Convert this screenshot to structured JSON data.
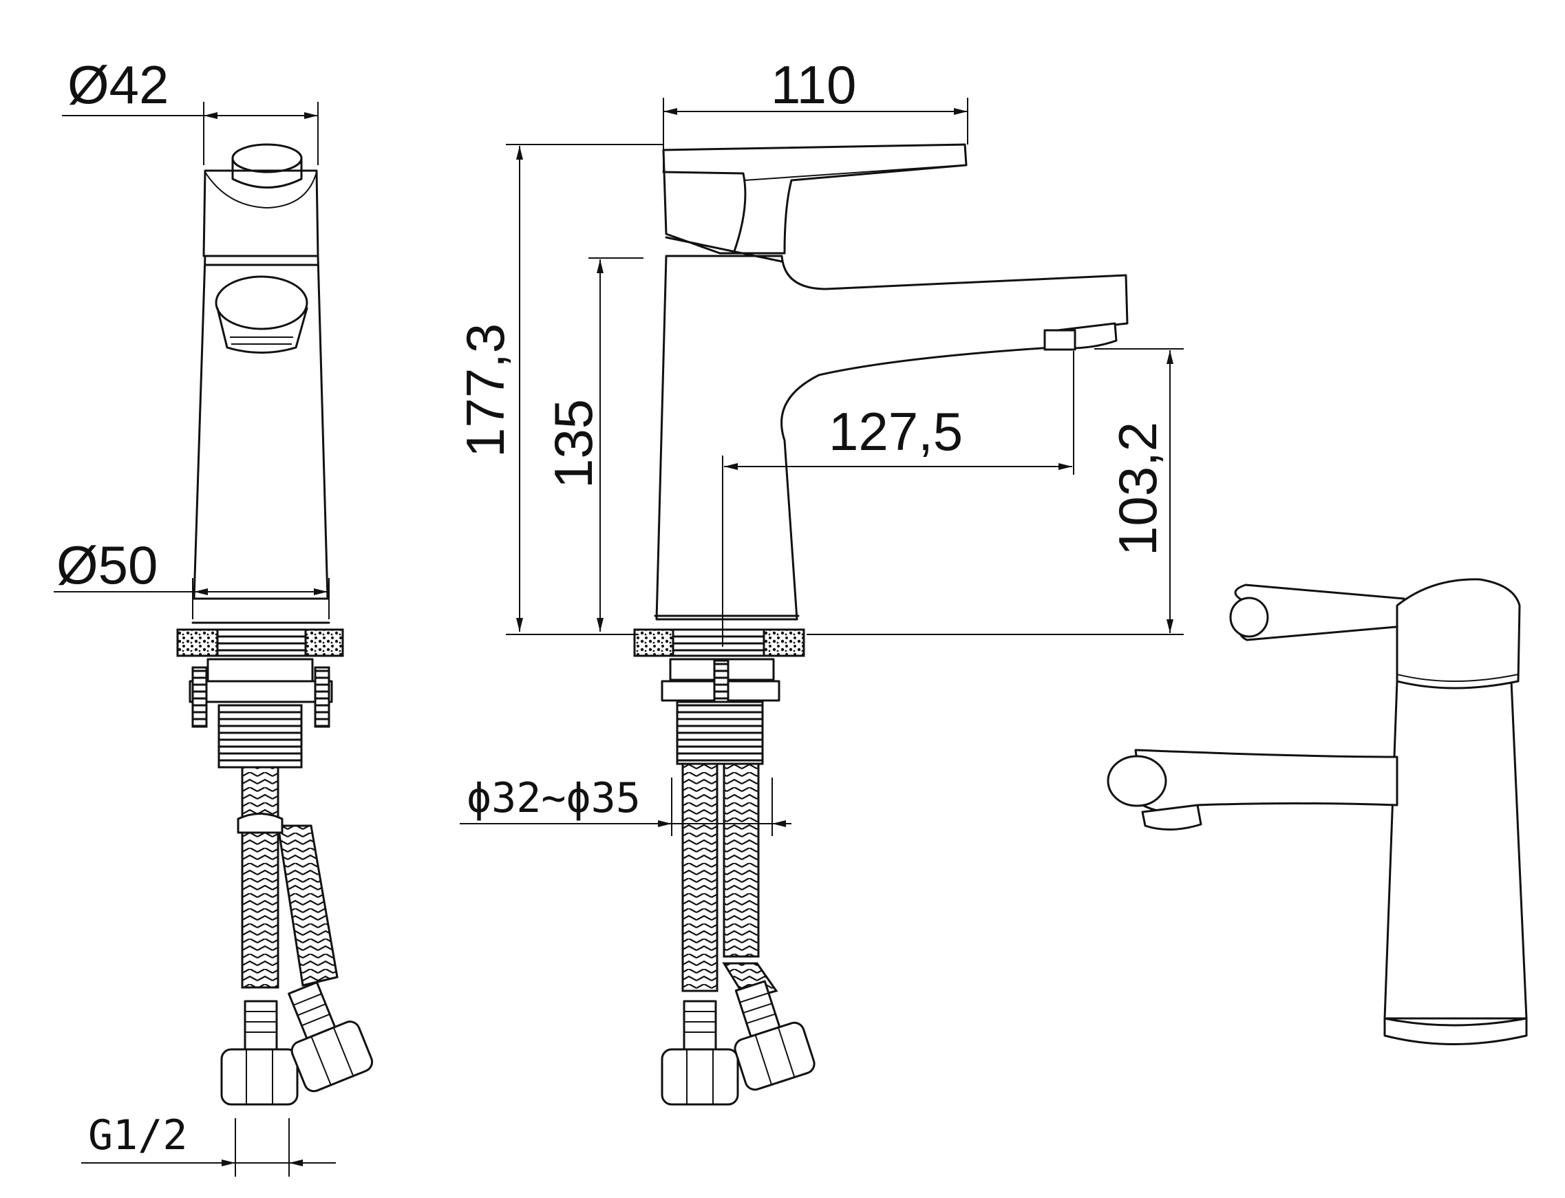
{
  "dimensions": {
    "top_diameter": "Ø42",
    "base_diameter": "Ø50",
    "thread": "G1/2",
    "width": "110",
    "total_height": "177,3",
    "body_height": "135",
    "spout_reach": "127,5",
    "spout_height": "103,2",
    "hole_diameter": "ϕ32~ϕ35"
  },
  "colors": {
    "line": "#111111",
    "background": "#ffffff"
  }
}
